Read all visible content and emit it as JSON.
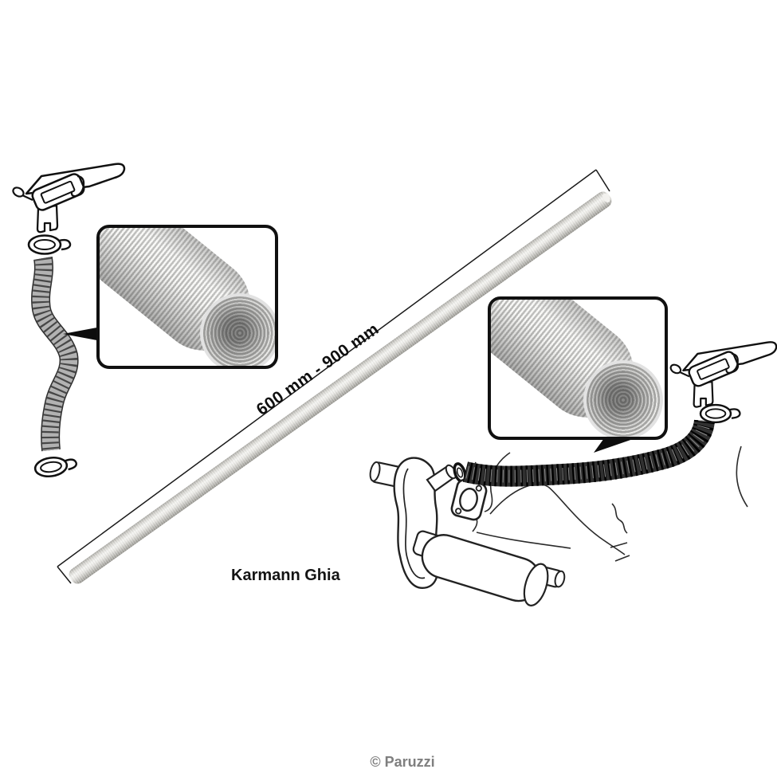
{
  "image": {
    "kind": "parts-catalog-illustration",
    "background": "#ffffff"
  },
  "labels": {
    "dimension": "600 mm - 900 mm",
    "model": "Karmann Ghia",
    "watermark": "© Paruzzi"
  },
  "colors": {
    "line_art": "#1a1a1a",
    "tube_silver_light": "#f5f5f2",
    "tube_silver_dark": "#96958f",
    "hose_gray": "#b2b2b2",
    "hose_black": "#1d1d1d",
    "watermark_gray": "#7f7f7f"
  },
  "icons": [
    "heater-duct-icon",
    "hose-clamp-icon",
    "corrugated-hose-gray-icon",
    "corrugated-hose-black-icon",
    "heat-exchanger-icon",
    "muffler-icon",
    "tailpipe-icon",
    "exhaust-gasket-icon",
    "callout-arrow-icon",
    "dimension-line",
    "tube-closeup-photo"
  ]
}
